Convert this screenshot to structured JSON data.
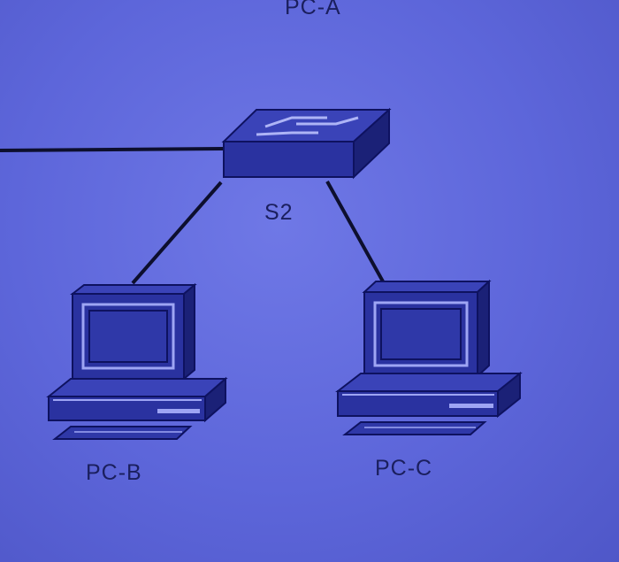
{
  "diagram": {
    "top_label": "PC-A",
    "switch": {
      "label": "S2",
      "icon": "network-switch-icon"
    },
    "pcs": [
      {
        "id": "pc-b",
        "label": "PC-B",
        "icon": "desktop-computer-icon"
      },
      {
        "id": "pc-c",
        "label": "PC-C",
        "icon": "desktop-computer-icon"
      }
    ],
    "colors": {
      "background": "#5d66da",
      "device_fill": "#2b34a3",
      "device_dark": "#161c6e",
      "device_highlight": "#8a92ef",
      "link": "#0d0f2e"
    }
  }
}
